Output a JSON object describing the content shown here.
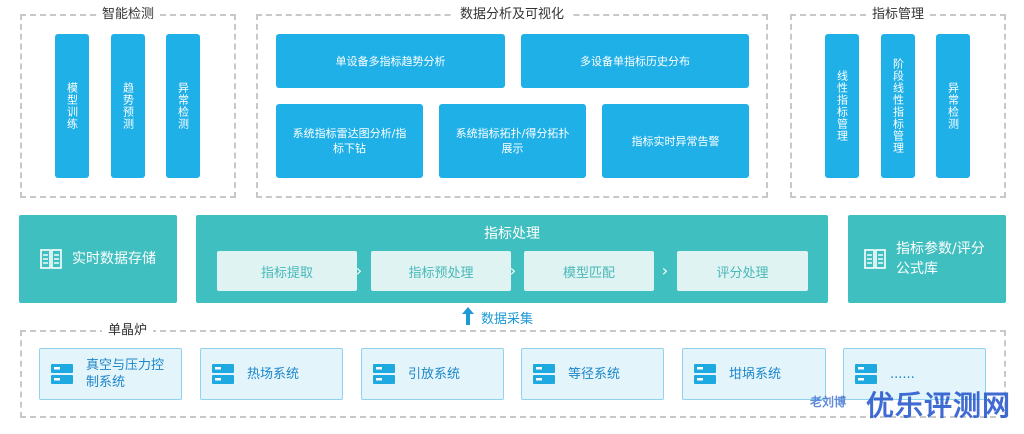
{
  "groups": {
    "detect": {
      "title": "智能检测",
      "items": [
        "模型训练",
        "趋势预测",
        "异常检测"
      ]
    },
    "analysis": {
      "title": "数据分析及可视化",
      "row1": [
        "单设备多指标趋势分析",
        "多设备单指标历史分布"
      ],
      "row2": [
        "系统指标雷达图分析/指标下钻",
        "系统指标拓扑/得分拓扑展示",
        "指标实时异常告警"
      ]
    },
    "manage": {
      "title": "指标管理",
      "items": [
        "线性指标管理",
        "阶段线性指标管理",
        "异常检测"
      ]
    }
  },
  "processing": {
    "left": "实时数据存储",
    "title": "指标处理",
    "steps": [
      "指标提取",
      "指标预处理",
      "模型匹配",
      "评分处理"
    ],
    "right": "指标参数/评分公式库"
  },
  "collect": {
    "label": "数据采集"
  },
  "furnace": {
    "title": "单晶炉",
    "systems": [
      "真空与压力控制系统",
      "热场系统",
      "引放系统",
      "等径系统",
      "坩埚系统",
      "......"
    ]
  },
  "watermark": {
    "small": "老刘博",
    "big": "优乐评测网"
  },
  "colors": {
    "blue": "#1fb0e8",
    "teal": "#3fbfbf",
    "light": "#e3f4fb"
  }
}
